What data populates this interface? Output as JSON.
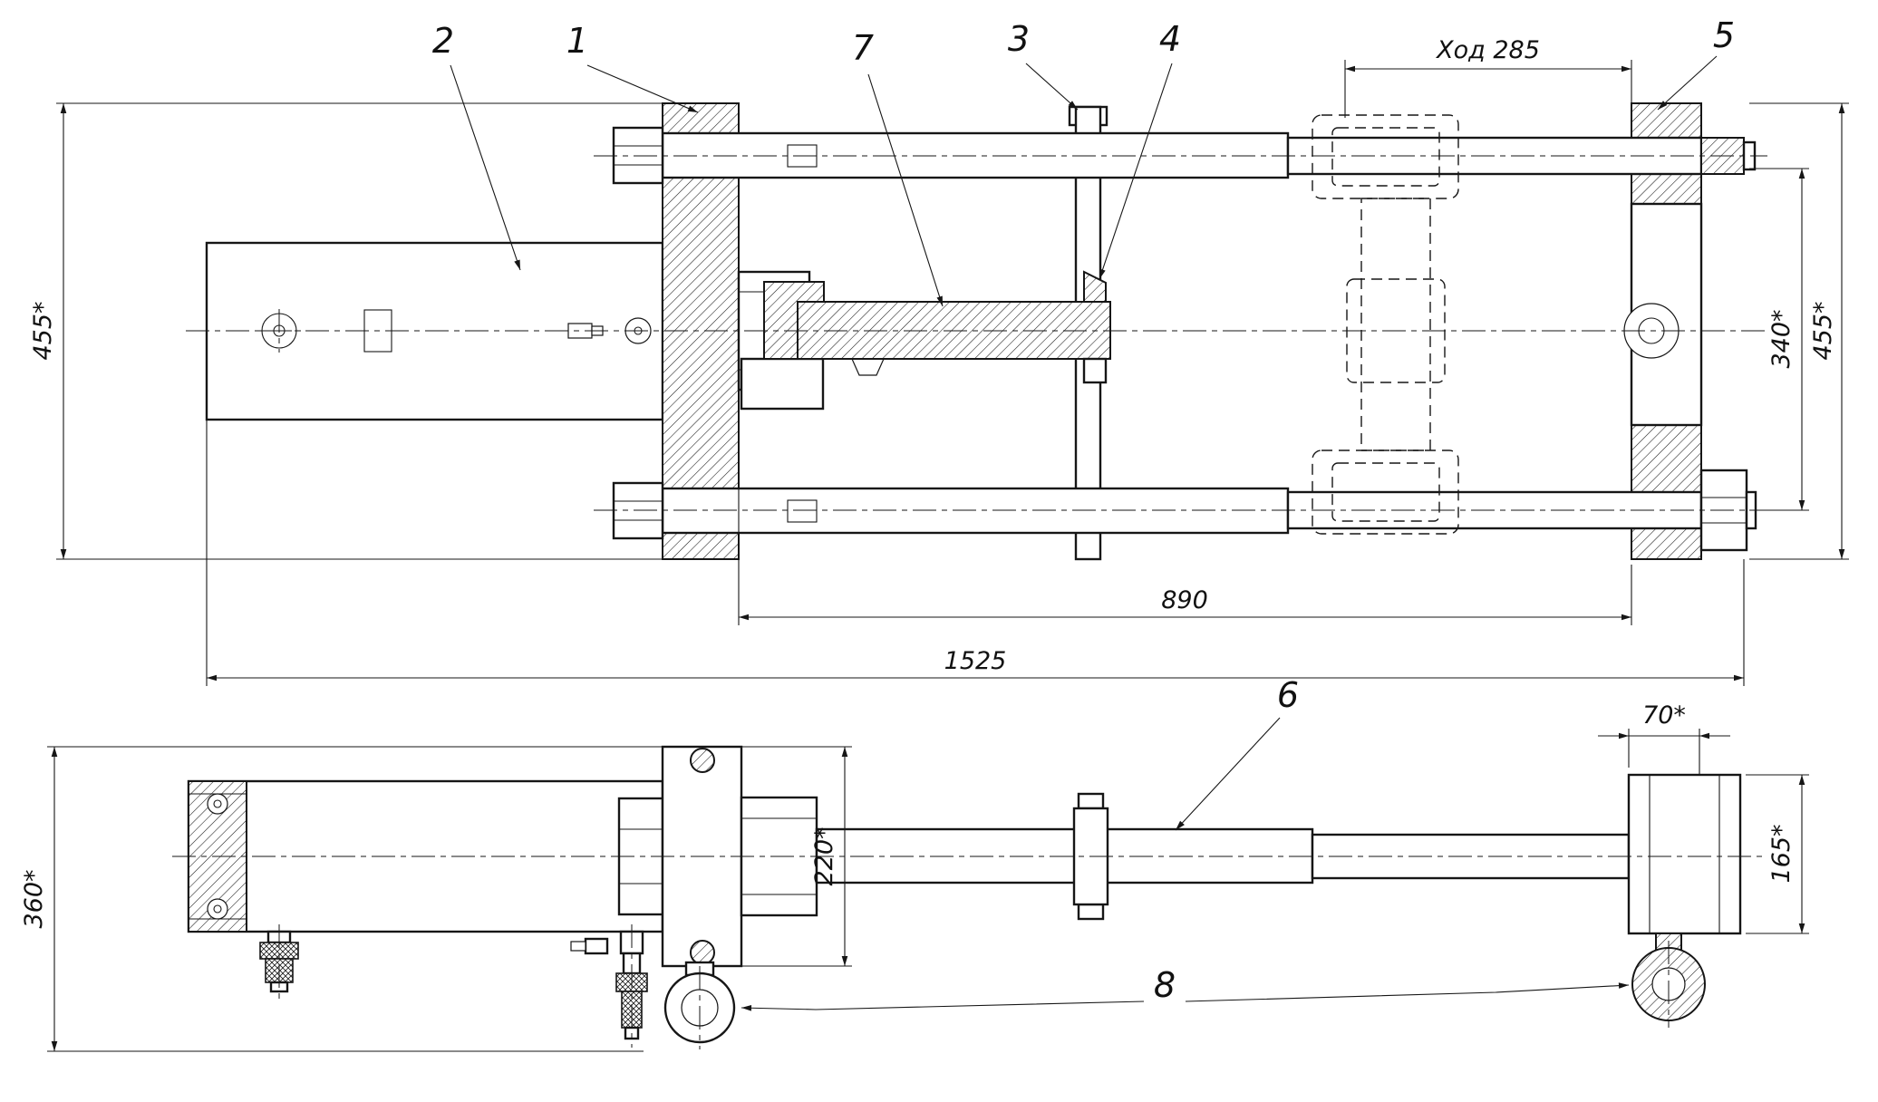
{
  "callouts": {
    "c1": "1",
    "c2": "2",
    "c3": "3",
    "c4": "4",
    "c5": "5",
    "c6": "6",
    "c7": "7",
    "c8": "8"
  },
  "dimensions": {
    "height_left": "455*",
    "stroke": "Ход 285",
    "height_inner_right": "340*",
    "height_right": "455*",
    "length_cylinder": "890",
    "length_overall": "1525",
    "height_side": "360*",
    "flange_width": "220*",
    "eye_offset": "70*",
    "eye_height": "165*"
  }
}
